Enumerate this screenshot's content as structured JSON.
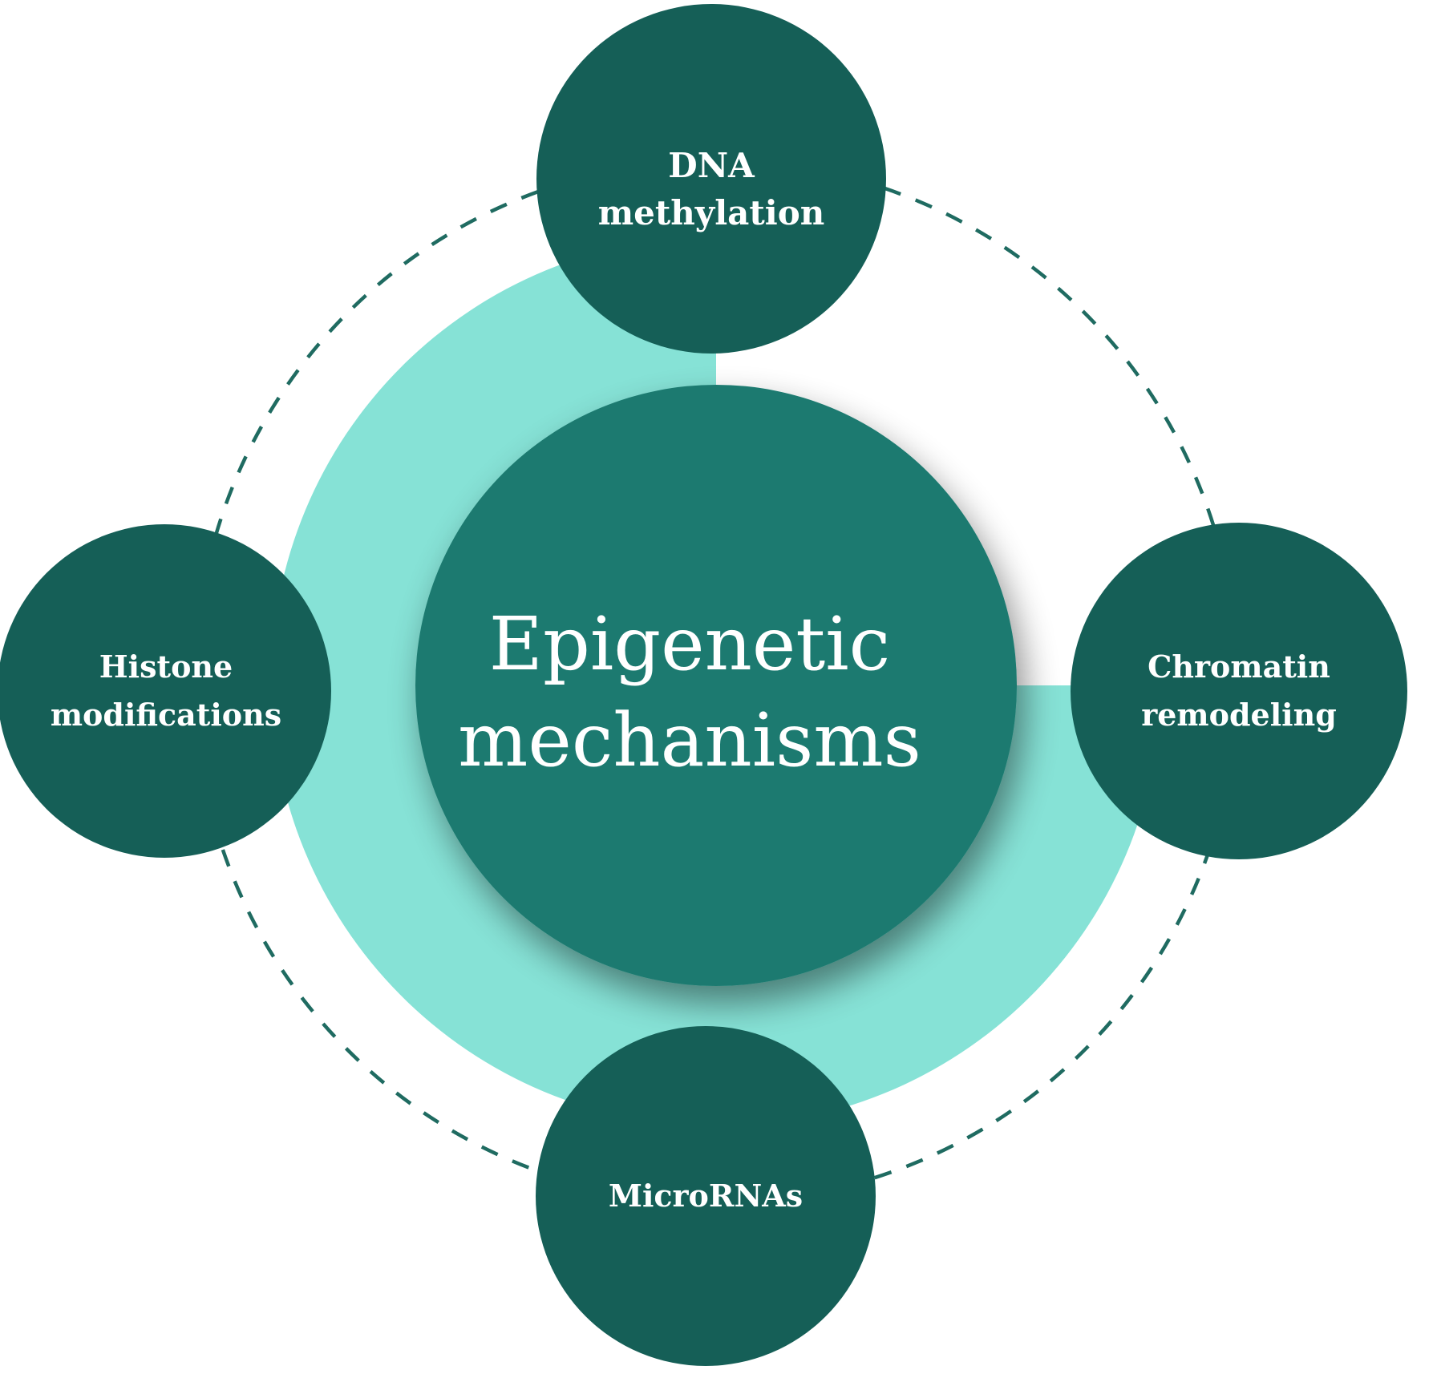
{
  "center": {
    "line1": "Epigenetic",
    "line2": "mechanisms"
  },
  "nodes": {
    "dna_methylation": {
      "line1": "DNA",
      "line2": "methylation"
    },
    "histone_modifications": {
      "line1": "Histone",
      "line2": "modifications"
    },
    "chromatin_remodeling": {
      "line1": "Chromatin",
      "line2": "remodeling"
    },
    "micrornas": {
      "line1": "MicroRNAs"
    }
  },
  "colors": {
    "background": "#ffffff",
    "ring": "#86e2d6",
    "center_fill": "#1d7a6f",
    "node_fill": "#155f57",
    "dashed_line": "#1f6b61",
    "text": "#ffffff"
  }
}
